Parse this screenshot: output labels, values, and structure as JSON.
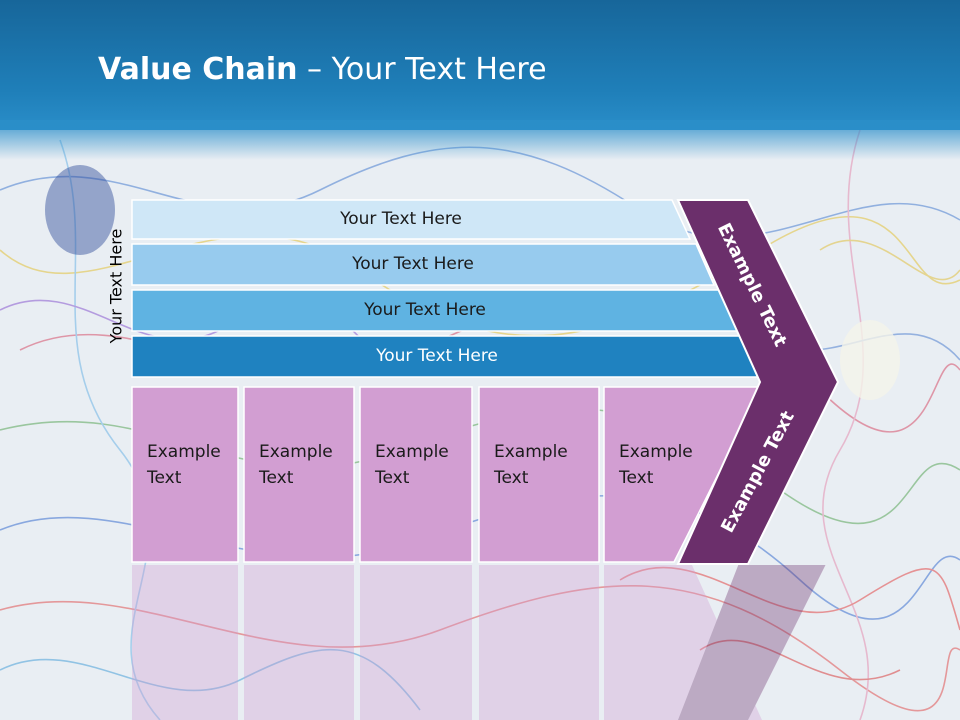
{
  "title": {
    "bold": "Value Chain",
    "rest": " – Your Text Here"
  },
  "side_label": "Your Text Here",
  "bars": [
    {
      "label": "Your Text Here",
      "color": "#cfe7f7"
    },
    {
      "label": "Your Text Here",
      "color": "#97cbee"
    },
    {
      "label": "Your Text Here",
      "color": "#5fb3e2"
    },
    {
      "label": "Your Text Here",
      "color": "#1f82c0"
    }
  ],
  "boxes": [
    {
      "label": "Example\nText"
    },
    {
      "label": "Example\nText"
    },
    {
      "label": "Example\nText"
    },
    {
      "label": "Example\nText"
    },
    {
      "label": "Example\nText"
    }
  ],
  "chevron": {
    "top_label": "Example Text",
    "bottom_label": "Example Text",
    "color": "#6b2f6b"
  },
  "box_color": "#d29ed2"
}
